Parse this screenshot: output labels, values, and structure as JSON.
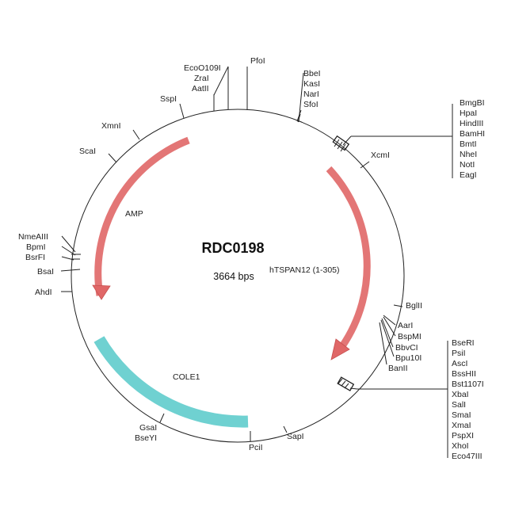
{
  "plasmid": {
    "name": "RDC0198",
    "size_label": "3664 bps"
  },
  "colors": {
    "backbone": "#222222",
    "amp_feature": "#e06767",
    "insert_feature": "#e06767",
    "ori_feature": "#6fd1d1"
  },
  "features": {
    "amp": "AMP",
    "insert": "hTSPAN12 (1-305)",
    "ori": "COLE1"
  },
  "sites": {
    "ecoo109i": "EcoO109I",
    "zrai": "ZraI",
    "aatii": "AatII",
    "pfoi": "PfoI",
    "bbei": "BbeI",
    "kasi": "KasI",
    "nari": "NarI",
    "sfoi": "SfoI",
    "sspi": "SspI",
    "xmni": "XmnI",
    "scai": "ScaI",
    "xcmi": "XcmI",
    "nmeaiii": "NmeAIII",
    "bpmi": "BpmI",
    "bsrfi": "BsrFI",
    "bsai": "BsaI",
    "ahdi": "AhdI",
    "bglii": "BglII",
    "aari": "AarI",
    "bspmi": "BspMI",
    "bbvci": "BbvCI",
    "bpu10i": "Bpu10I",
    "banii": "BanII",
    "gsai": "GsaI",
    "bseyi": "BseYI",
    "pcii": "PciI",
    "sapi": "SapI"
  },
  "mcs_upper": [
    "BmgBI",
    "HpaI",
    "HindIII",
    "BamHI",
    "BmtI",
    "NheI",
    "NotI",
    "EagI"
  ],
  "mcs_lower": [
    "BseRI",
    "PsiI",
    "AscI",
    "BssHII",
    "Bst1107I",
    "XbaI",
    "SalI",
    "SmaI",
    "XmaI",
    "PspXI",
    "XhoI",
    "Eco47III"
  ]
}
